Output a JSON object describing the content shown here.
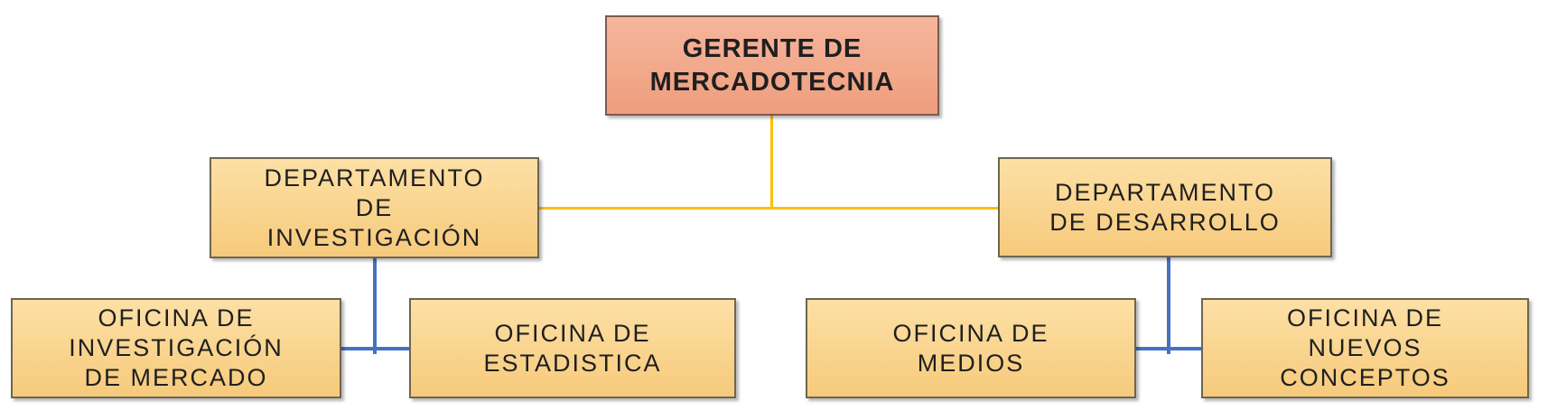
{
  "colors": {
    "background": "#ffffff",
    "manager_fill_top": "#f5b59c",
    "manager_fill_bottom": "#ef9e7e",
    "manager_border": "#7d5a4e",
    "dept_fill_top": "#fde0a6",
    "dept_fill_bottom": "#f6ca7b",
    "dept_border": "#6e6550",
    "connector_orange": "#ffbf00",
    "connector_blue": "#4472c4",
    "text": "#1f1f1f"
  },
  "nodes": {
    "gerente": {
      "label": "GERENTE DE MERCADOTECNIA",
      "lines": [
        "GERENTE DE",
        "MERCADOTECNIA"
      ]
    },
    "investigacion": {
      "label": "DEPARTAMENTO DE INVESTIGACIÓN",
      "lines": [
        "DEPARTAMENTO",
        "DE",
        "INVESTIGACIÓN"
      ]
    },
    "desarrollo": {
      "label": "DEPARTAMENTO DE DESARROLLO",
      "lines": [
        "DEPARTAMENTO",
        "DE DESARROLLO"
      ]
    },
    "inv_mercado": {
      "label": "OFICINA DE INVESTIGACIÓN DE MERCADO",
      "lines": [
        "OFICINA DE",
        "INVESTIGACIÓN",
        "DE MERCADO"
      ]
    },
    "estadistica": {
      "label": "OFICINA DE ESTADISTICA",
      "lines": [
        "OFICINA DE",
        "ESTADISTICA"
      ]
    },
    "medios": {
      "label": "OFICINA DE MEDIOS",
      "lines": [
        "OFICINA DE",
        "MEDIOS"
      ]
    },
    "conceptos": {
      "label": "OFICINA DE NUEVOS CONCEPTOS",
      "lines": [
        "OFICINA DE",
        "NUEVOS",
        "CONCEPTOS"
      ]
    }
  },
  "edges": [
    {
      "from": "GERENTE DE MERCADOTECNIA",
      "to": "DEPARTAMENTO DE INVESTIGACIÓN",
      "color": "#ffbf00"
    },
    {
      "from": "GERENTE DE MERCADOTECNIA",
      "to": "DEPARTAMENTO DE DESARROLLO",
      "color": "#ffbf00"
    },
    {
      "from": "DEPARTAMENTO DE INVESTIGACIÓN",
      "to": "OFICINA DE INVESTIGACIÓN DE MERCADO",
      "color": "#4472c4"
    },
    {
      "from": "DEPARTAMENTO DE INVESTIGACIÓN",
      "to": "OFICINA DE ESTADISTICA",
      "color": "#4472c4"
    },
    {
      "from": "DEPARTAMENTO DE DESARROLLO",
      "to": "OFICINA DE MEDIOS",
      "color": "#4472c4"
    },
    {
      "from": "DEPARTAMENTO DE DESARROLLO",
      "to": "OFICINA DE NUEVOS CONCEPTOS",
      "color": "#4472c4"
    }
  ]
}
